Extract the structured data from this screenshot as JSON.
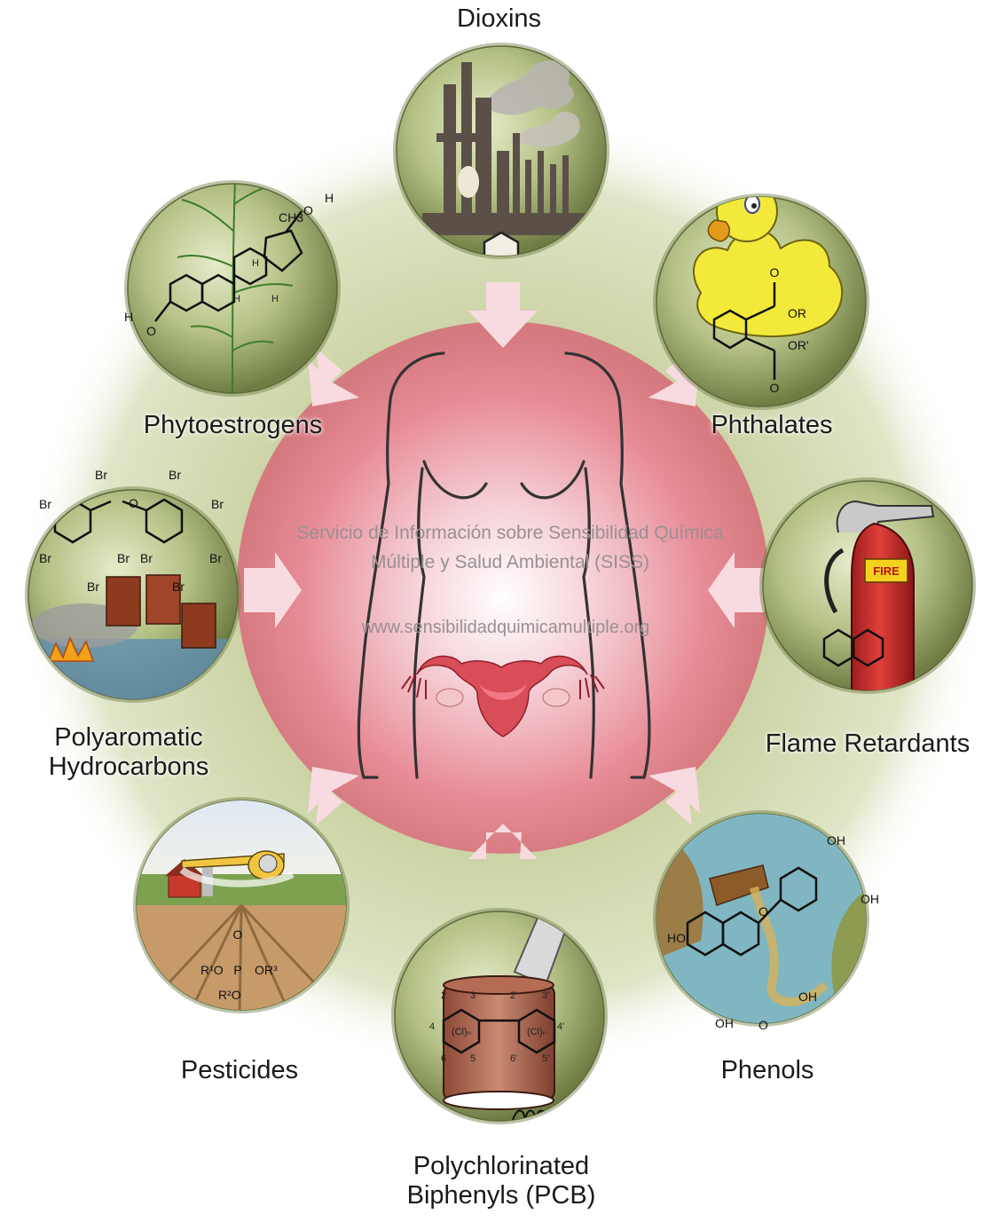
{
  "categories": [
    {
      "id": "dioxins",
      "label": [
        "Dioxins"
      ]
    },
    {
      "id": "phthalates",
      "label": [
        "Phthalates"
      ]
    },
    {
      "id": "flame_retardants",
      "label": [
        "Flame Retardants"
      ]
    },
    {
      "id": "phenols",
      "label": [
        "Phenols"
      ]
    },
    {
      "id": "pcb",
      "label": [
        "Polychlorinated",
        "Biphenyls (PCB)"
      ]
    },
    {
      "id": "pesticides",
      "label": [
        "Pesticides"
      ]
    },
    {
      "id": "pah",
      "label": [
        "Polyaromatic",
        "Hydrocarbons"
      ]
    },
    {
      "id": "phytoestrogens",
      "label": [
        "Phytoestrogens"
      ]
    }
  ],
  "watermark": {
    "line1": "Servicio de Información sobre Sensibilidad Química",
    "line2": "Múltiple y Salud Ambiental (SISS)",
    "url": "www.sensibilidadquimicamultiple.org"
  },
  "inset_text": {
    "fire_sign": "FIRE",
    "phyto": {
      "ch3": "CH3",
      "h_oh_top": "H",
      "h_oh_left": "H",
      "o_top": "O",
      "o_left": "O",
      "h_ring1": "H",
      "h_ring2": "H",
      "h_ring3": "H"
    },
    "phthalate": {
      "o1": "O",
      "or1": "OR",
      "or2": "OR'",
      "o2": "O"
    },
    "pah_br": [
      "Br",
      "Br",
      "Br",
      "Br",
      "Br",
      "Br",
      "Br",
      "Br",
      "Br",
      "Br"
    ],
    "pah_o": "O",
    "phenol": {
      "oh_top": "OH",
      "oh_right": "OH",
      "ho_left": "HO",
      "oh_mid": "OH",
      "oh_bottom": "OH",
      "o_ring": "O",
      "o_keto": "O"
    },
    "pesticide": {
      "o_top": "O",
      "p": "P",
      "r1o": "R¹O",
      "or3": "OR³",
      "r2o": "R²O"
    },
    "pcb": {
      "n2": "2",
      "n3": "3",
      "n2p": "2'",
      "n3p": "3'",
      "n4": "4",
      "n4p": "4'",
      "n6": "6",
      "n5": "5",
      "n6p": "6'",
      "n5p": "5'",
      "cl_left": "(Cl)ₙ",
      "cl_right": "(Cl)ₙ"
    }
  },
  "colors": {
    "halo_green": "#c9d3a2",
    "circle_green": "#a9b679",
    "center_pink": "#f1aab3",
    "center_red": "#d9606f",
    "arrow_pink": "#f6d3d8",
    "outline": "#2e2e2e"
  }
}
